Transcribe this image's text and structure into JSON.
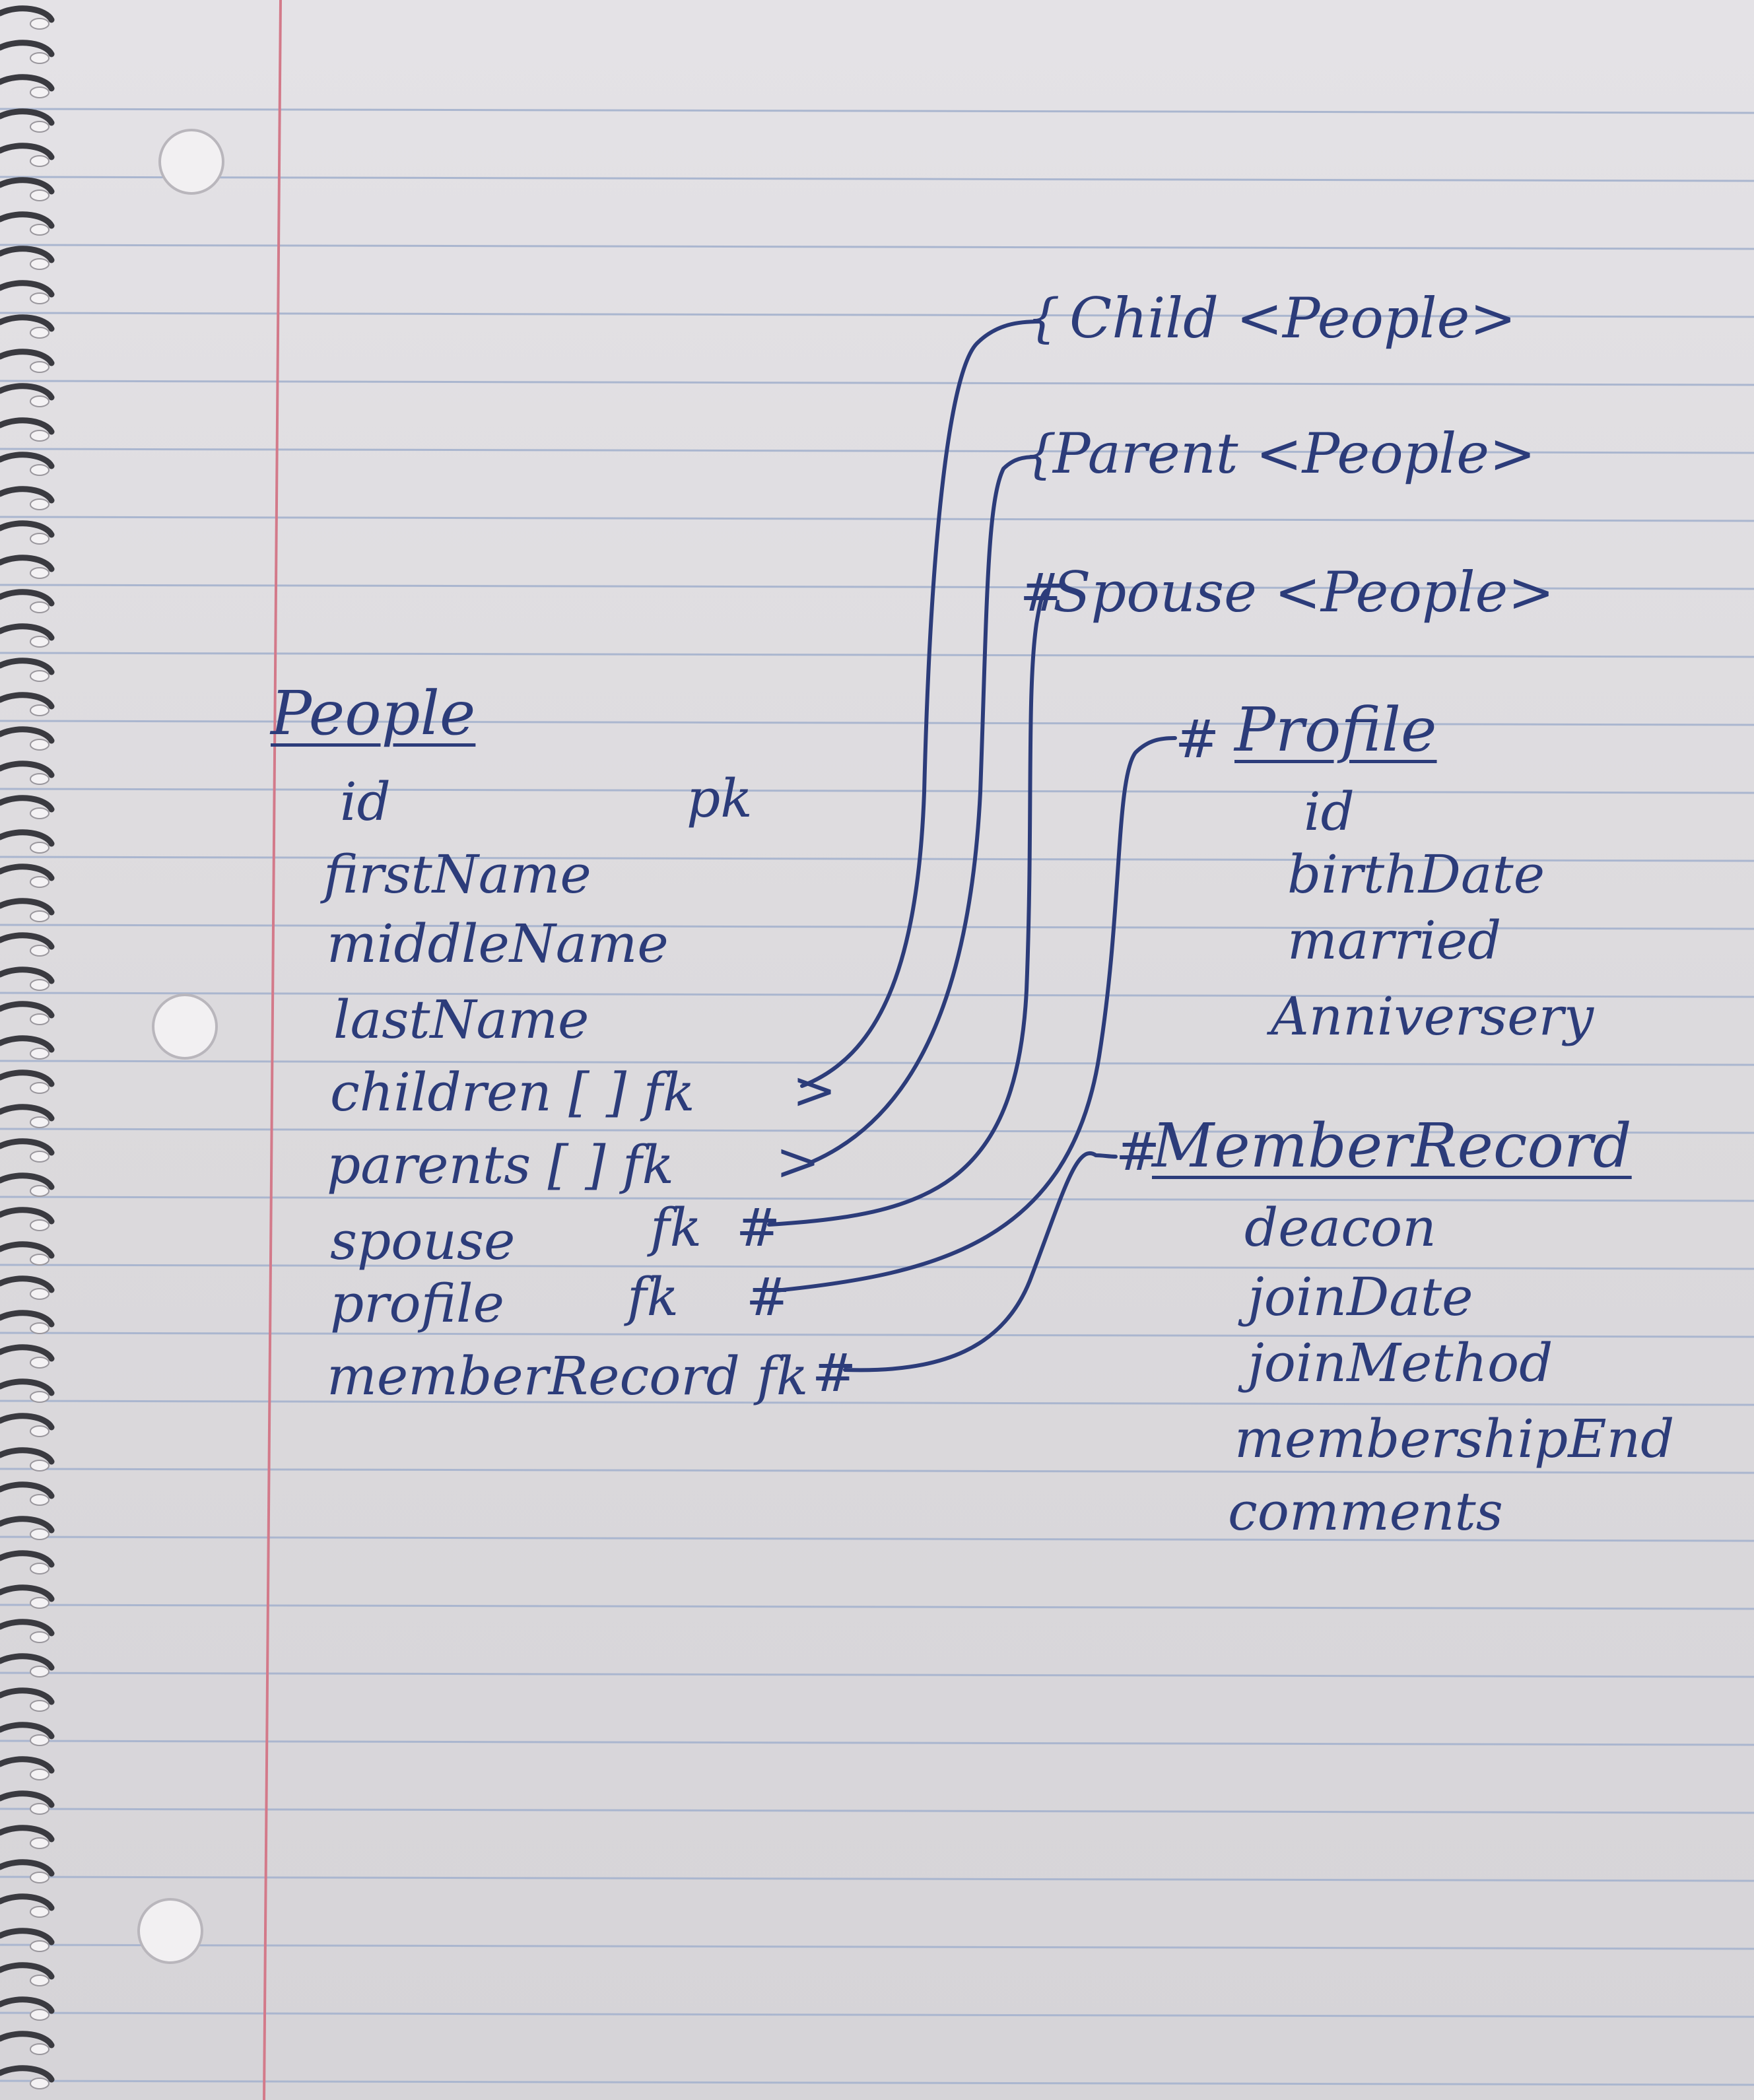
{
  "people": {
    "title": "People",
    "fields": {
      "id": "id",
      "pk": "pk",
      "firstName": "firstName",
      "middleName": "middleName",
      "lastName": "lastName",
      "children": "children [ ] fk",
      "parents": "parents [ ] fk",
      "spouse": "spouse",
      "spouse_fk": "fk",
      "profile": "profile",
      "profile_fk": "fk",
      "memberRecord": "memberRecord fk"
    }
  },
  "relations": {
    "child": "Child <People>",
    "parent": "Parent <People>",
    "spouse": "Spouse <People>"
  },
  "profile": {
    "title": "Profile",
    "fields": {
      "id": "id",
      "birthDate": "birthDate",
      "married": "married",
      "anniversary": "Anniversery"
    }
  },
  "memberRecord": {
    "title": "MemberRecord",
    "fields": {
      "deacon": "deacon",
      "joinDate": "joinDate",
      "joinMethod": "joinMethod",
      "membershipEnd": "membershipEnd",
      "comments": "comments"
    }
  },
  "notation": {
    "one": "#",
    "many": "{",
    "arrow": ">"
  },
  "colors": {
    "ink": "#2c3c7a",
    "paper": "#dedcdf",
    "rule": "#aab6cf",
    "margin": "#d37a8a"
  }
}
